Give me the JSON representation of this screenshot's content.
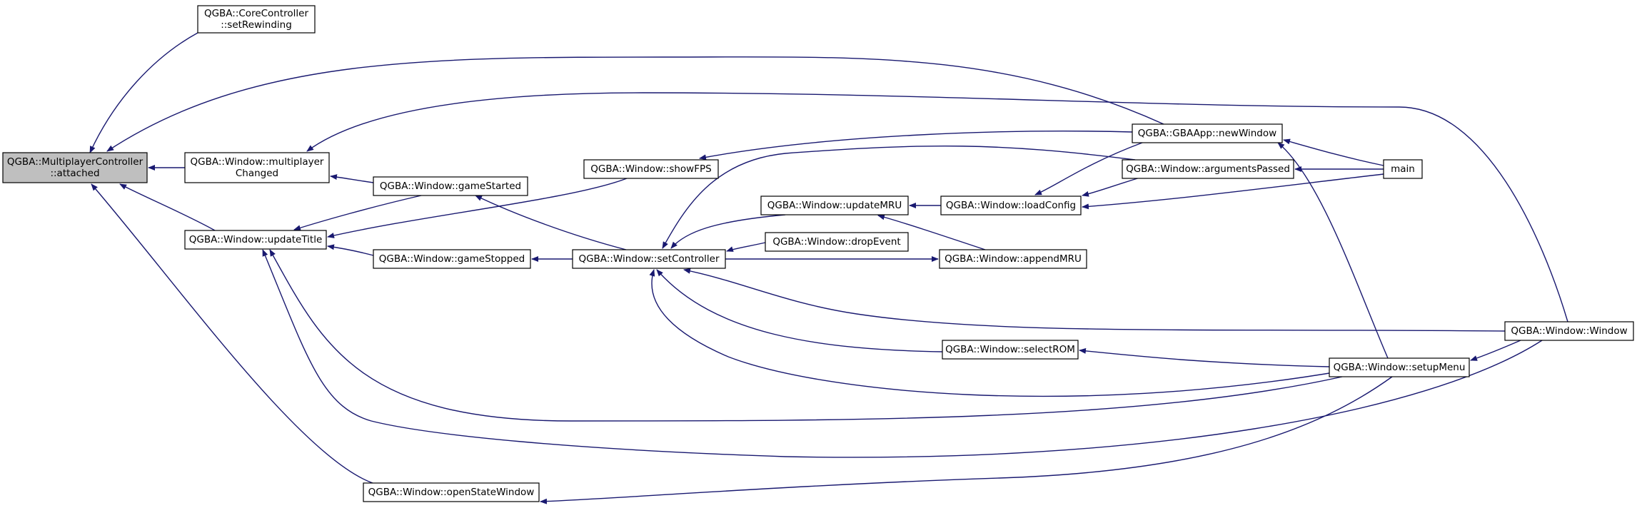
{
  "graph": {
    "direction": "right-to-left caller graph",
    "nodes": [
      {
        "id": "attached",
        "lines": [
          "QGBA::MultiplayerController",
          "::attached"
        ],
        "focus": true
      },
      {
        "id": "setRewinding",
        "lines": [
          "QGBA::CoreController",
          "::setRewinding"
        ]
      },
      {
        "id": "multiplayerChanged",
        "lines": [
          "QGBA::Window::multiplayer",
          "Changed"
        ]
      },
      {
        "id": "updateTitle",
        "lines": [
          "QGBA::Window::updateTitle"
        ]
      },
      {
        "id": "openStateWindow",
        "lines": [
          "QGBA::Window::openStateWindow"
        ]
      },
      {
        "id": "gameStarted",
        "lines": [
          "QGBA::Window::gameStarted"
        ]
      },
      {
        "id": "gameStopped",
        "lines": [
          "QGBA::Window::gameStopped"
        ]
      },
      {
        "id": "showFPS",
        "lines": [
          "QGBA::Window::showFPS"
        ]
      },
      {
        "id": "setController",
        "lines": [
          "QGBA::Window::setController"
        ]
      },
      {
        "id": "updateMRU",
        "lines": [
          "QGBA::Window::updateMRU"
        ]
      },
      {
        "id": "dropEvent",
        "lines": [
          "QGBA::Window::dropEvent"
        ]
      },
      {
        "id": "loadConfig",
        "lines": [
          "QGBA::Window::loadConfig"
        ]
      },
      {
        "id": "appendMRU",
        "lines": [
          "QGBA::Window::appendMRU"
        ]
      },
      {
        "id": "selectROM",
        "lines": [
          "QGBA::Window::selectROM"
        ]
      },
      {
        "id": "newWindow",
        "lines": [
          "QGBA::GBAApp::newWindow"
        ]
      },
      {
        "id": "argumentsPassed",
        "lines": [
          "QGBA::Window::argumentsPassed"
        ]
      },
      {
        "id": "main",
        "lines": [
          "main"
        ]
      },
      {
        "id": "setupMenu",
        "lines": [
          "QGBA::Window::setupMenu"
        ]
      },
      {
        "id": "windowCtor",
        "lines": [
          "QGBA::Window::Window"
        ]
      }
    ],
    "edges": [
      {
        "from": "setRewinding",
        "to": "attached"
      },
      {
        "from": "multiplayerChanged",
        "to": "attached"
      },
      {
        "from": "updateTitle",
        "to": "attached"
      },
      {
        "from": "openStateWindow",
        "to": "attached"
      },
      {
        "from": "newWindow",
        "to": "attached"
      },
      {
        "from": "gameStarted",
        "to": "multiplayerChanged"
      },
      {
        "from": "windowCtor",
        "to": "multiplayerChanged"
      },
      {
        "from": "gameStarted",
        "to": "updateTitle"
      },
      {
        "from": "gameStopped",
        "to": "updateTitle"
      },
      {
        "from": "showFPS",
        "to": "updateTitle"
      },
      {
        "from": "setupMenu",
        "to": "updateTitle"
      },
      {
        "from": "windowCtor",
        "to": "updateTitle"
      },
      {
        "from": "setController",
        "to": "gameStarted"
      },
      {
        "from": "setController",
        "to": "gameStopped"
      },
      {
        "from": "newWindow",
        "to": "showFPS"
      },
      {
        "from": "updateMRU",
        "to": "setController"
      },
      {
        "from": "dropEvent",
        "to": "setController"
      },
      {
        "from": "argumentsPassed",
        "to": "setController"
      },
      {
        "from": "selectROM",
        "to": "setController"
      },
      {
        "from": "setupMenu",
        "to": "setController"
      },
      {
        "from": "windowCtor",
        "to": "setController"
      },
      {
        "from": "loadConfig",
        "to": "updateMRU"
      },
      {
        "from": "appendMRU",
        "to": "updateMRU"
      },
      {
        "from": "setController",
        "to": "appendMRU"
      },
      {
        "from": "newWindow",
        "to": "loadConfig"
      },
      {
        "from": "argumentsPassed",
        "to": "loadConfig"
      },
      {
        "from": "main",
        "to": "loadConfig"
      },
      {
        "from": "main",
        "to": "newWindow"
      },
      {
        "from": "setupMenu",
        "to": "newWindow"
      },
      {
        "from": "main",
        "to": "argumentsPassed"
      },
      {
        "from": "setupMenu",
        "to": "selectROM"
      },
      {
        "from": "setupMenu",
        "to": "openStateWindow"
      },
      {
        "from": "windowCtor",
        "to": "setupMenu"
      }
    ]
  },
  "colors": {
    "edge": "#191970",
    "node_border": "#000000",
    "node_fill": "#ffffff",
    "focus_fill": "#bfbfbf",
    "background": "#ffffff"
  }
}
